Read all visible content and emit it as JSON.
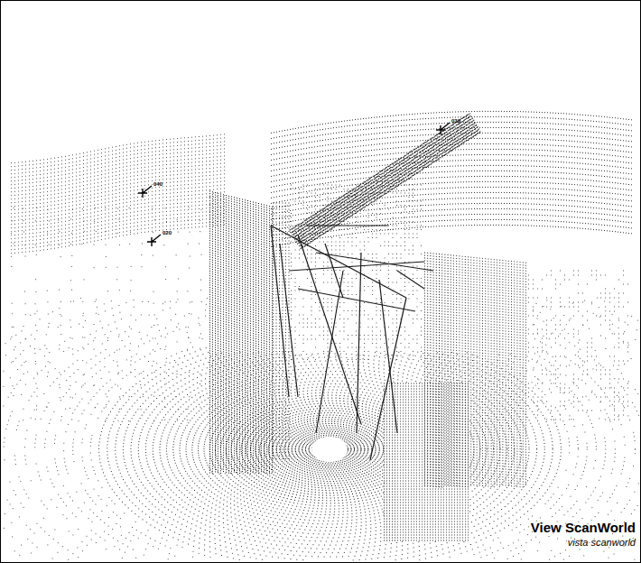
{
  "diagram": {
    "title": "View ScanWorld",
    "caption": "vista scanworld",
    "labels": [
      "040",
      "020",
      "030"
    ]
  }
}
